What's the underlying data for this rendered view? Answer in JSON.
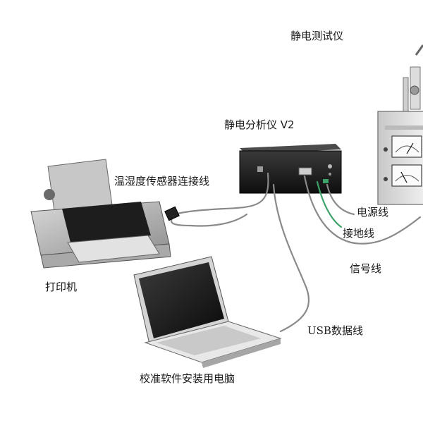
{
  "labels": {
    "static_tester": "静电测试仪",
    "static_analyzer": "静电分析仪 V2",
    "humidity_sensor_cable": "温湿度传感器连接线",
    "power_cable": "电源线",
    "ground_cable": "接地线",
    "signal_cable": "信号线",
    "printer": "打印机",
    "usb_cable": "USB数据线",
    "calibration_laptop": "校准软件安装用电脑"
  },
  "colors": {
    "cable_gray": "#8a8a8a",
    "ground_green": "#3da36a",
    "device_dark": "#1c1c1c",
    "cabinet_light": "#e6e6e6"
  }
}
